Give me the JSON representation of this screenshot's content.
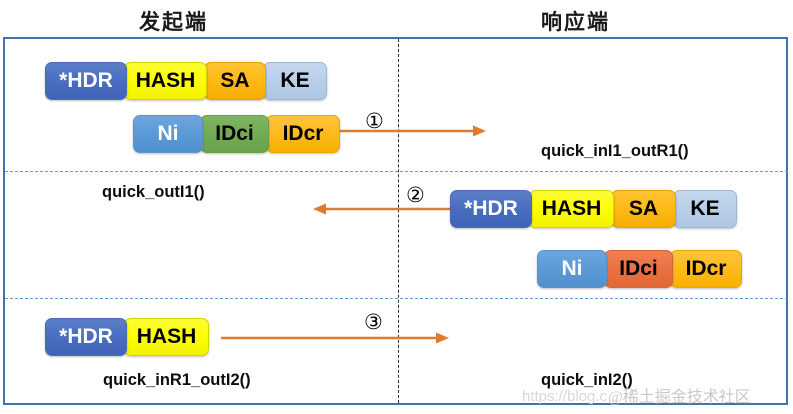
{
  "headers": {
    "initiator": "发起端",
    "responder": "响应端"
  },
  "colors": {
    "frame_border": "#4472a8",
    "center_line": "#2a2a2a",
    "row_divider": "#6f9bc8",
    "arrow": "#dd7b2f",
    "hdr": "#4a6fc0",
    "hash": "#ffff00",
    "sa": "#ffbb18",
    "ke": "#b9cfe9",
    "ni": "#5d9bd6",
    "idci_green": "#72ac55",
    "idci_orange": "#ea7343",
    "idcr": "#ffbb1f"
  },
  "rows": [
    {
      "step": "①",
      "direction": "right",
      "groups": [
        {
          "cells": [
            {
              "label": "*HDR",
              "style": "hdr"
            },
            {
              "label": "HASH",
              "style": "hash"
            },
            {
              "label": "SA",
              "style": "sa"
            },
            {
              "label": "KE",
              "style": "ke"
            }
          ]
        },
        {
          "cells": [
            {
              "label": "Ni",
              "style": "ni"
            },
            {
              "label": "IDci",
              "style": "idci-green"
            },
            {
              "label": "IDcr",
              "style": "idcr"
            }
          ]
        }
      ],
      "labels": [
        {
          "text": "quick_inI1_outR1()",
          "side": "right"
        }
      ]
    },
    {
      "step": "②",
      "direction": "left",
      "groups": [
        {
          "cells": [
            {
              "label": "*HDR",
              "style": "hdr"
            },
            {
              "label": "HASH",
              "style": "hash"
            },
            {
              "label": "SA",
              "style": "sa"
            },
            {
              "label": "KE",
              "style": "ke"
            }
          ]
        },
        {
          "cells": [
            {
              "label": "Ni",
              "style": "ni"
            },
            {
              "label": "IDci",
              "style": "idci-orange"
            },
            {
              "label": "IDcr",
              "style": "idcr"
            }
          ]
        }
      ],
      "labels": [
        {
          "text": "quick_outI1()",
          "side": "left"
        }
      ]
    },
    {
      "step": "③",
      "direction": "right",
      "groups": [
        {
          "cells": [
            {
              "label": "*HDR",
              "style": "hdr"
            },
            {
              "label": "HASH",
              "style": "hash"
            }
          ]
        }
      ],
      "labels": [
        {
          "text": "quick_inR1_outI2()",
          "side": "left"
        },
        {
          "text": "quick_inI2()",
          "side": "right"
        }
      ]
    }
  ],
  "watermarks": {
    "url": "https://blog.c",
    "brand": "@稀土掘金技术社区"
  }
}
